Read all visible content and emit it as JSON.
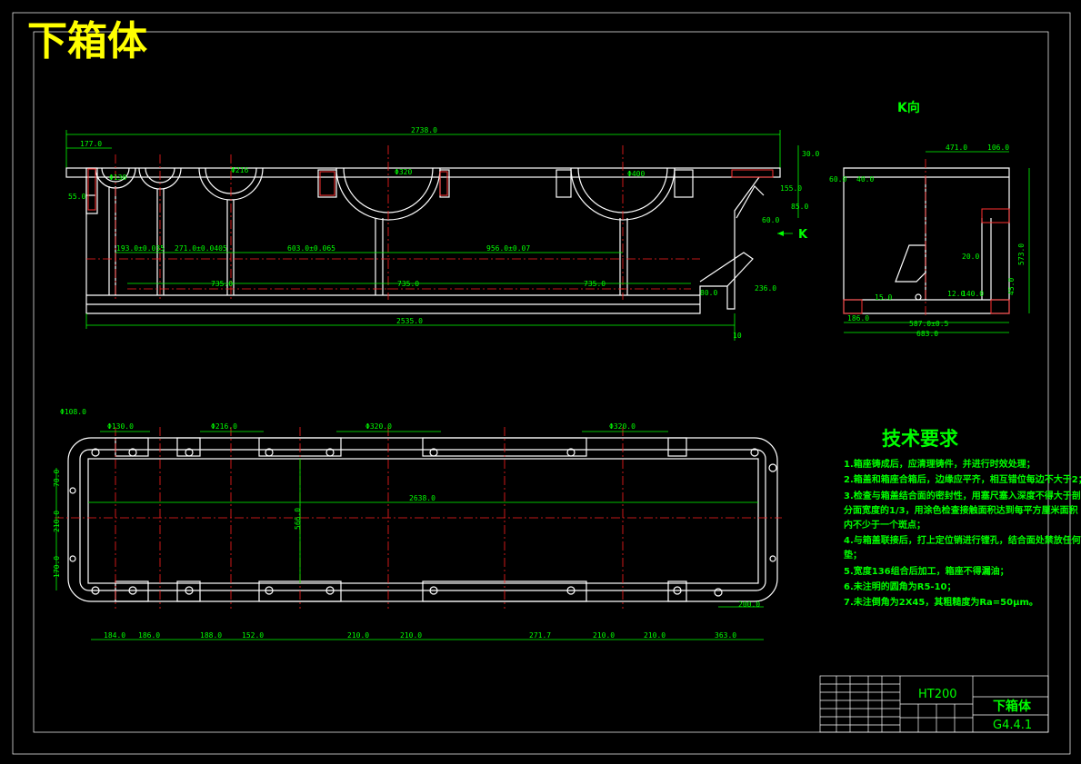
{
  "title": "下箱体",
  "view_label": "K向",
  "arrow_label": "K",
  "front_dims": {
    "overall_top": "2738.0",
    "left_offset": "177.0",
    "h30": "30.0",
    "h85": "85.0",
    "h55": "55.0",
    "span1": "193.0±0.035",
    "span2": "271.0±0.0405",
    "span3": "603.0±0.065",
    "span4": "956.0±0.07",
    "d735a": "735.0",
    "d735b": "735.0",
    "d735c": "735.0",
    "overall_bottom": "2535.0",
    "d10": "10",
    "d236": "236.0",
    "d155": "155.0",
    "d60": "60.0",
    "d80": "80.0",
    "bore1": "Φ130",
    "bore2": "Φ216",
    "bore3": "Φ320",
    "bore4": "Φ400"
  },
  "side_dims": {
    "d471": "471.0",
    "d106": "106.0",
    "d60": "60.0",
    "d40": "40.0",
    "d573": "573.0",
    "d20": "20.0",
    "d45": "45.0",
    "d186": "186.0",
    "d587": "587.0±0.5",
    "d683": "683.0",
    "d15": "15.0",
    "d140": "140.0",
    "d12": "12.0"
  },
  "top_dims": {
    "hole1": "Φ108.0",
    "hole2": "Φ130.0",
    "hole3": "Φ216.0",
    "hole4": "Φ320.0",
    "hole5": "Φ320.0",
    "length": "2638.0",
    "width": "566.0",
    "h70": "70.0",
    "h210": "210.0",
    "h170": "170.0",
    "b184": "184.0",
    "b186": "186.0",
    "b188": "188.0",
    "b152": "152.0",
    "b210a": "210.0",
    "b210b": "210.0",
    "b2717": "271.7",
    "b210c": "210.0",
    "b210d": "210.0",
    "b363": "363.0",
    "b200": "200.0"
  },
  "tech_title": "技术要求",
  "tech_notes": [
    "1.箱座铸成后，应清理铸件，并进行时效处理；",
    "2.箱盖和箱座合箱后，边缘应平齐，相互错位每边不大于2；",
    "3.检查与箱盖结合面的密封性，用塞尺塞入深度不得大于剖",
    "   分面宽度的1/3，用涂色检查接触面积达到每平方厘米面积",
    "   内不少于一个斑点；",
    "4.与箱盖联接后，打上定位销进行镗孔，结合面处禁放任何衬",
    "   垫；",
    "5.宽度136组合后加工，箱座不得漏油；",
    "6.未注明的圆角为R5-10；",
    "7.未注倒角为2X45，其粗糙度为Ra=50μm。"
  ],
  "title_block": {
    "material": "HT200",
    "part_name": "下箱体",
    "drawing_no": "G4.4.1"
  }
}
